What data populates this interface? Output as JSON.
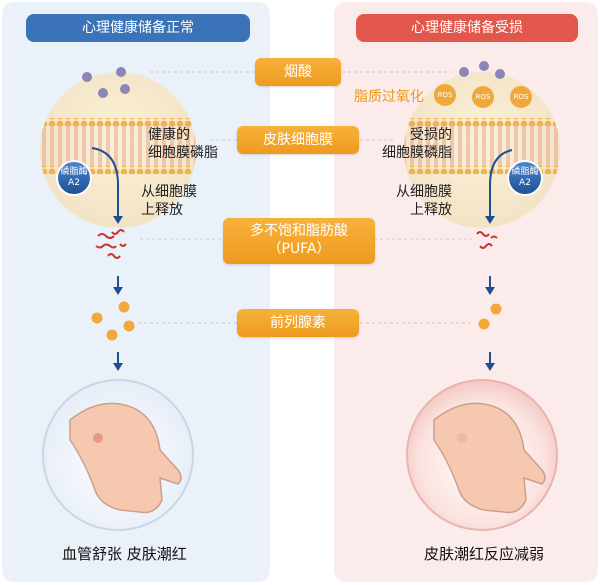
{
  "left_panel": {
    "title": "心理健康储备正常",
    "membrane_label": "健康的\n细胞膜磷脂",
    "enzyme_label": "磷脂酶",
    "enzyme_sub": "A2",
    "release_label": "从细胞膜\n上释放",
    "caption": "血管舒张  皮肤潮红"
  },
  "right_panel": {
    "title": "心理健康储备受损",
    "oxidation_label": "脂质过氧化",
    "ros_label": "ROS",
    "membrane_label": "受损的\n细胞膜磷脂",
    "enzyme_label": "磷脂酶",
    "enzyme_sub": "A2",
    "release_label": "从细胞膜\n上释放",
    "caption": "皮肤潮红反应减弱"
  },
  "center_steps": [
    {
      "label": "烟酸"
    },
    {
      "label": "皮肤细胞膜"
    },
    {
      "label": "多不饱和脂肪酸",
      "sub": "（PUFA）"
    },
    {
      "label": "前列腺素"
    }
  ],
  "colors": {
    "blue_title": "#3b73b9",
    "red_title": "#e2574c",
    "orange_label": "#f0a030",
    "arrow_blue": "#1f4f93",
    "niacin_dot": "#8b86b8",
    "pufa": "#c8352f",
    "prostaglandin": "#f3a93a"
  }
}
